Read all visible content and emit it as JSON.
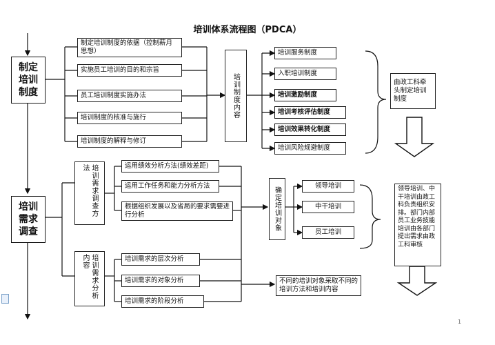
{
  "title": "培训体系流程图（PDCA）",
  "steps": {
    "step1": "制定培训制度",
    "step2": "培训需求调查"
  },
  "policy_basis": [
    "制定培训制度的依据（控制薪月思想）",
    "实施员工培训的目的和宗旨",
    "员工培训制度实施办法",
    "培训制度的核准与施行",
    "培训制度的解释与修订"
  ],
  "policy_content_label": "培训制度内容",
  "policy_content": [
    "培训服务制度",
    "入职培训制度",
    "培训激励制度",
    "培训考核评估制度",
    "培训效果转化制度",
    "培训风险规避制度"
  ],
  "policy_note": "由政工科牵头制定培训制度",
  "survey_method_label": "培训需求调查方法",
  "survey_methods": [
    "运用绩效分析方法(绩效差距)",
    "运用工作任务和能力分析方法",
    "根据组织发展以及省局的要求需要进行分析"
  ],
  "survey_content_label": "培训需求分析内容",
  "survey_content": [
    "培训需求的层次分析",
    "培训需求的对象分析",
    "培训需求的阶段分析"
  ],
  "target_label": "确定培训对象",
  "targets": [
    "领导培训",
    "中干培训",
    "员工培训"
  ],
  "target_note": "领导培训、中干培训由政工科负责组织安排。部门内部员工业务技能培训由各部门提出需求由政工科审核",
  "diff_note": "不同的培训对象采取不同的培训方法和培训内容",
  "page_number": "1"
}
